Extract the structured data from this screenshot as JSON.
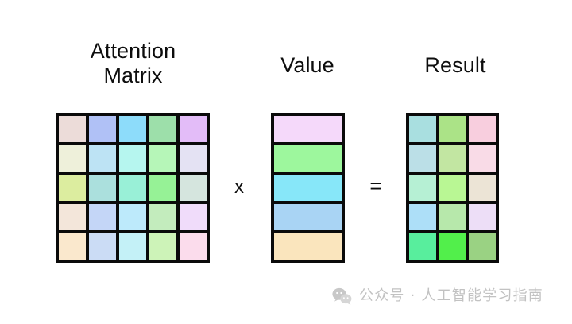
{
  "figure": {
    "title_attention": "Attention\nMatrix",
    "title_value": "Value",
    "title_result": "Result",
    "operator_multiply": "x",
    "operator_equals": "=",
    "background_color": "#ffffff",
    "grid_line_color": "#0a0a0a",
    "text_color": "#0d0d0d"
  },
  "attention_matrix": {
    "name": "Attention Matrix",
    "rows": 5,
    "cols": 5,
    "cells": [
      [
        {
          "color": "#ecdcd9"
        },
        {
          "color": "#b0c1f6"
        },
        {
          "color": "#8ddcfa"
        },
        {
          "color": "#9ddfaa"
        },
        {
          "color": "#e3bcf8"
        }
      ],
      [
        {
          "color": "#eef0da"
        },
        {
          "color": "#bde3f4"
        },
        {
          "color": "#b6f6ef"
        },
        {
          "color": "#b6f6b8"
        },
        {
          "color": "#e4e2f3"
        }
      ],
      [
        {
          "color": "#dced9f"
        },
        {
          "color": "#abe0dd"
        },
        {
          "color": "#99f0d7"
        },
        {
          "color": "#96f296"
        },
        {
          "color": "#d5e5de"
        }
      ],
      [
        {
          "color": "#f3e6da"
        },
        {
          "color": "#c4d6f7"
        },
        {
          "color": "#bdeafb"
        },
        {
          "color": "#c3ecbd"
        },
        {
          "color": "#f0dcfa"
        }
      ],
      [
        {
          "color": "#fae8cd"
        },
        {
          "color": "#cbdcf5"
        },
        {
          "color": "#c4f1f7"
        },
        {
          "color": "#cdf3b8"
        },
        {
          "color": "#fbdcec"
        }
      ]
    ]
  },
  "value_matrix": {
    "name": "Value",
    "rows": 5,
    "cols": 1,
    "cells": [
      [
        {
          "color": "#f5d9fa"
        }
      ],
      [
        {
          "color": "#9df79d"
        }
      ],
      [
        {
          "color": "#87e7f9"
        }
      ],
      [
        {
          "color": "#a9d4f4"
        }
      ],
      [
        {
          "color": "#fae5bd"
        }
      ]
    ]
  },
  "result_matrix": {
    "name": "Result",
    "rows": 5,
    "cols": 3,
    "cells": [
      [
        {
          "color": "#a9dfe0"
        },
        {
          "color": "#abe387"
        },
        {
          "color": "#f8cede"
        }
      ],
      [
        {
          "color": "#bbdfe7"
        },
        {
          "color": "#c2e6a2"
        },
        {
          "color": "#f9dbe7"
        }
      ],
      [
        {
          "color": "#b6f0d4"
        },
        {
          "color": "#b9f794"
        },
        {
          "color": "#ece4d6"
        }
      ],
      [
        {
          "color": "#addff8"
        },
        {
          "color": "#b7e8ab"
        },
        {
          "color": "#eddef7"
        }
      ],
      [
        {
          "color": "#58ee9d"
        },
        {
          "color": "#52ef4b"
        },
        {
          "color": "#9ad283"
        }
      ]
    ]
  },
  "watermark": {
    "icon": "wechat-icon",
    "text": "公众号 · 人工智能学习指南",
    "color": "#c2c2c2"
  }
}
